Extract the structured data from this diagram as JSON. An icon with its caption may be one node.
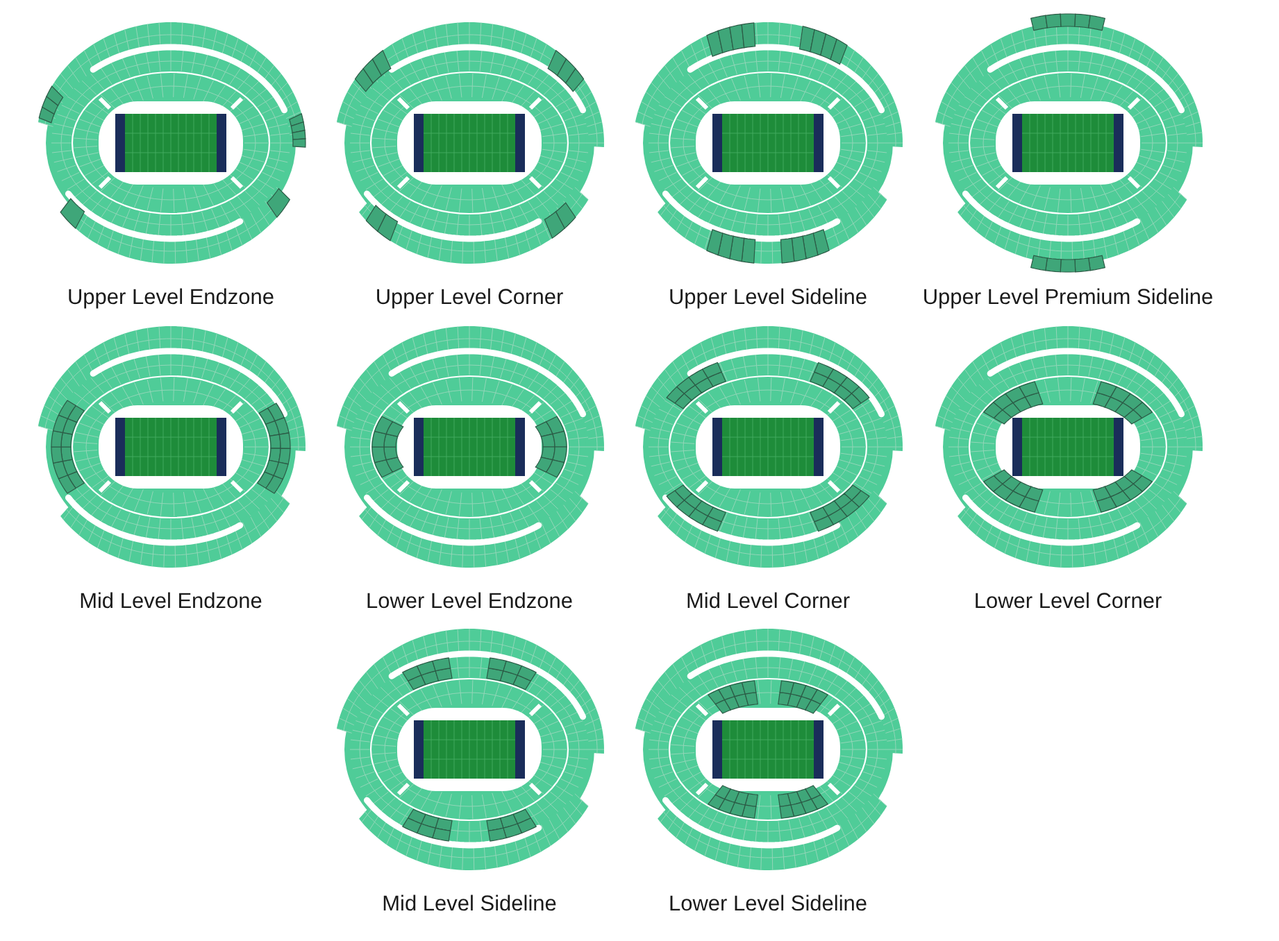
{
  "diagram": {
    "nodes": [
      {
        "text": [],
        "shape": "picture",
        "beside": [
          "Upper Level Endzone"
        ]
      },
      {
        "text": [],
        "shape": "picture",
        "beside": [
          "Upper Level Corner"
        ]
      },
      {
        "text": [],
        "shape": "picture",
        "beside": [
          "Upper Level Sideline"
        ]
      },
      {
        "text": [],
        "shape": "picture",
        "beside": [
          "Upper Level Premium Sideline"
        ]
      },
      {
        "text": [],
        "shape": "picture",
        "beside": [
          "Mid Level Endzone"
        ]
      },
      {
        "text": [],
        "shape": "picture",
        "beside": [
          "Lower Level Endzone"
        ]
      },
      {
        "text": [],
        "shape": "picture",
        "beside": [
          "Mid Level Corner"
        ]
      },
      {
        "text": [],
        "shape": "picture",
        "beside": [
          "Lower Level Corner"
        ]
      },
      {
        "text": [],
        "shape": "picture",
        "beside": [
          "Mid Level Sideline"
        ]
      },
      {
        "text": [],
        "shape": "picture",
        "beside": [
          "Lower Level Sideline"
        ]
      }
    ]
  }
}
